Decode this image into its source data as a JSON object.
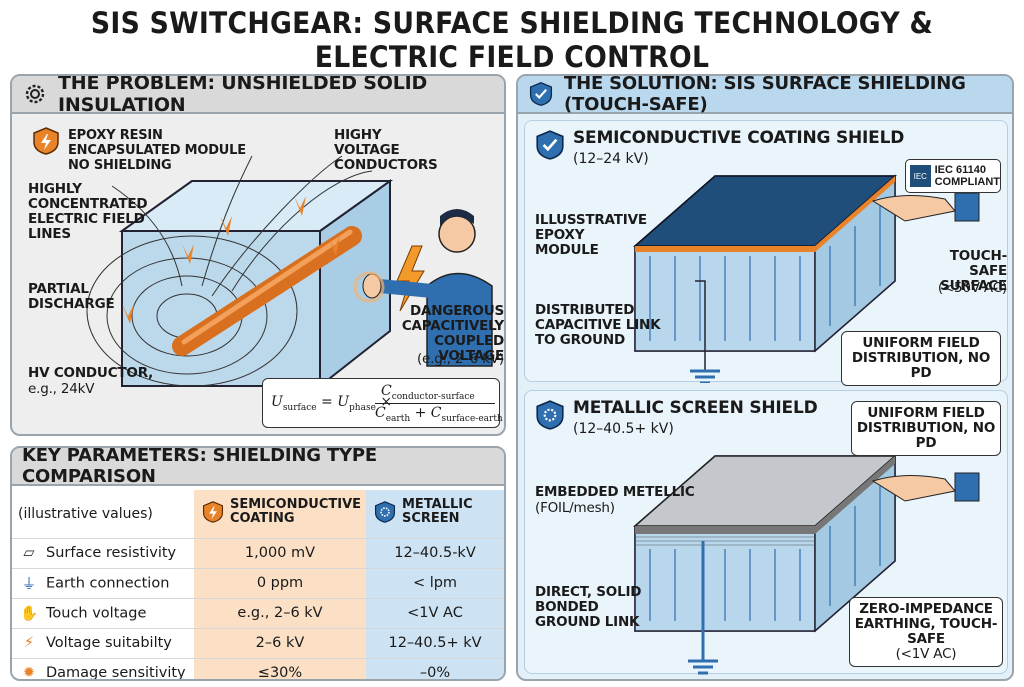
{
  "title": "SIS SWITCHGEAR: SURFACE SHIELDING TECHNOLOGY & ELECTRIC FIELD CONTROL",
  "problem": {
    "header": "THE PROBLEM: UNSHIELDED SOLID INSULATION",
    "label_epoxy": "EPOXY RESIN ENCAPSULATED MODULE NO SHIELDING",
    "label_conductors": "HIGHY VOLTAGE CONDUCTORS",
    "label_field": "HIGHLY CONCENTRATED ELECTRIC FIELD LINES",
    "label_pd": "PARTIAL DISCHARGE",
    "label_hv": "HV CONDUCTOR,",
    "label_hv_sub": "e.g., 24kV",
    "label_danger": "DANGEROUS CAPACITIVELY COUPLED VOLTAGE",
    "label_danger_sub": "(e.g., 2–6 kV)",
    "formula_u": "U",
    "formula_surface": "surface",
    "formula_eq": "=",
    "formula_phase": "phase",
    "formula_times": "×",
    "formula_c": "C",
    "formula_cs": "conductor-surface",
    "formula_earth": "earth",
    "formula_plus": "+",
    "formula_se": "surface-earth"
  },
  "table": {
    "header": "KEY PARAMETERS: SHIELDING TYPE COMPARISON",
    "col0": "(illustrative values)",
    "col1": "SEMICONDUCTIVE COATING",
    "col2": "METALLIC SCREEN",
    "rows": [
      {
        "icon": "surface-icon",
        "param": "Surface resistivity",
        "semi": "1,000 mV",
        "metal": "12–40.5-kV"
      },
      {
        "icon": "ground-icon",
        "param": "Earth connection",
        "semi": "0 ppm",
        "metal": "< lpm"
      },
      {
        "icon": "hand-icon",
        "param": "Touch voltage",
        "semi": "e.g., 2–6 kV",
        "metal": "<1V AC"
      },
      {
        "icon": "bolt-icon",
        "param": "Voltage suitabilty",
        "semi": "2–6 kV",
        "metal": "12–40.5+ kV"
      },
      {
        "icon": "warning-icon",
        "param": "Damage sensitivity",
        "semi": "≤30%",
        "metal": "–0%"
      }
    ]
  },
  "solution": {
    "header": "THE SOLUTION: SIS SURFACE SHIELDING (TOUCH-SAFE)",
    "semi": {
      "title": "SEMICONDUCTIVE COATING SHIELD",
      "range": "(12–24 kV)",
      "label_module": "ILLUSSTRATIVE EPOXY MODULE",
      "iec": "IEC 61140",
      "iec_sub": "COMPLIANT",
      "label_touch": "TOUCH-SAFE SURFACE",
      "label_touch_sub": "(<50V AC)",
      "label_link": "DISTRIBUTED CAPACITIVE LINK TO GROUND",
      "label_uniform": "UNIFORM FIELD DISTRIBUTION, NO PD"
    },
    "metal": {
      "title": "METALLIC SCREEN SHIELD",
      "range": "(12–40.5+ kV)",
      "label_uniform": "UNIFORM FIELD DISTRIBUTION, NO PD",
      "label_foil": "EMBEDDED METELLIC",
      "label_foil_sub": "(FOIL/mesh)",
      "label_direct": "DIRECT, SOLID BONDED GROUND LINK",
      "label_zero": "ZERO-IMPEDANCE EARTHING, TOUCH-SAFE",
      "label_zero_sub": "(<1V AC)"
    }
  },
  "colors": {
    "orange": "#e8832a",
    "blue": "#2f6fb0",
    "panel_gray": "#eaeaea",
    "panel_blue": "#dcecf7"
  }
}
